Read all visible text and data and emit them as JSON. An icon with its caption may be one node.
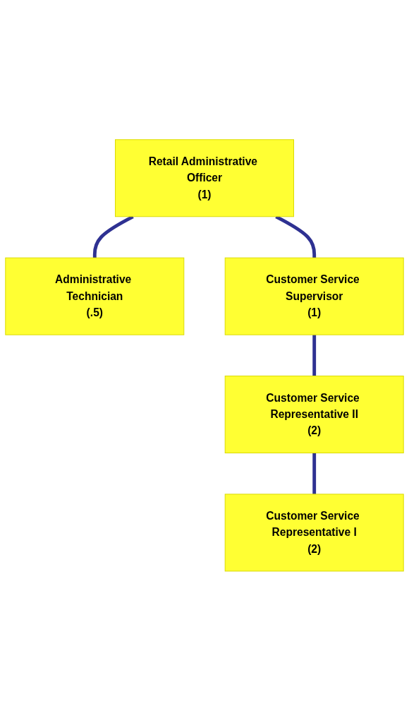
{
  "diagram": {
    "nodes": [
      {
        "text": [
          "Retail Administrative Officer",
          "(1)"
        ]
      },
      {
        "text": [
          "Administrative Technician",
          "(.5)"
        ]
      },
      {
        "text": [
          "Customer Service Supervisor",
          "(1)"
        ]
      },
      {
        "text": [
          "Customer Service Representative II",
          "(2)"
        ]
      },
      {
        "text": [
          "Customer Service Representative I",
          "(2)"
        ]
      }
    ],
    "edges": [
      {
        "from": 0,
        "to": 1,
        "arrow": "none"
      },
      {
        "from": 0,
        "to": 2,
        "arrow": "none"
      },
      {
        "from": 2,
        "to": 3,
        "arrow": "none"
      },
      {
        "from": 3,
        "to": 4,
        "arrow": "none"
      }
    ]
  }
}
